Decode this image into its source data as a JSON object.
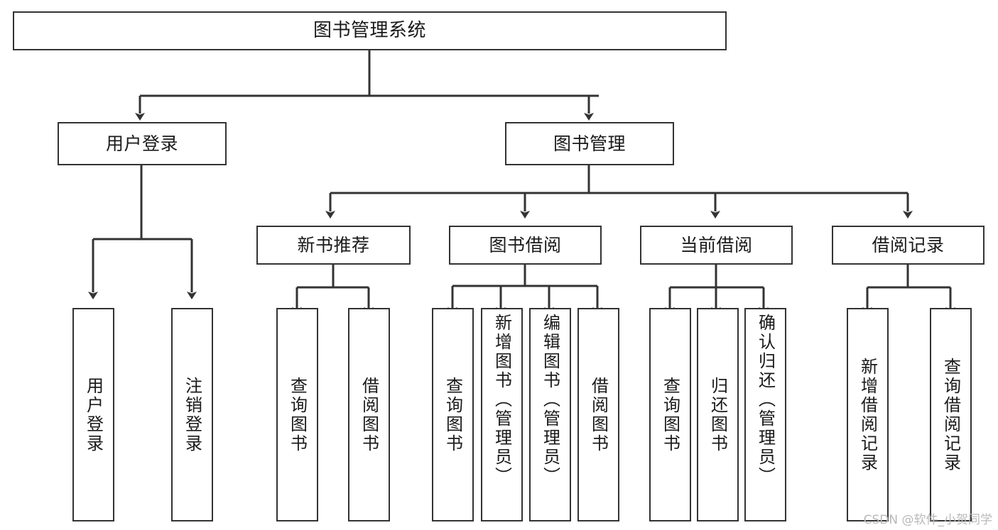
{
  "diagram": {
    "type": "tree",
    "title": "图书管理系统",
    "orientation": "top-down",
    "colors": {
      "background": "#ffffff",
      "node_border": "#333333",
      "node_fill": "#ffffff",
      "text": "#1a1a1a",
      "connector": "#333333",
      "watermark": "#b9b9b9"
    },
    "watermark": "CSDN @软件_小贺同学",
    "nodes": {
      "root": {
        "label": "图书管理系统"
      },
      "level2": [
        {
          "label": "用户登录"
        },
        {
          "label": "图书管理"
        }
      ],
      "level3": [
        {
          "label": "新书推荐"
        },
        {
          "label": "图书借阅"
        },
        {
          "label": "当前借阅"
        },
        {
          "label": "借阅记录"
        }
      ],
      "leaves": {
        "user_login": [
          {
            "label": "用户登录"
          },
          {
            "label": "注销登录"
          }
        ],
        "new_book_recommend": [
          {
            "label": "查询图书"
          },
          {
            "label": "借阅图书"
          }
        ],
        "book_borrow": [
          {
            "label": "查询图书"
          },
          {
            "label": "新增图书（管理员）"
          },
          {
            "label": "编辑图书（管理员）"
          },
          {
            "label": "借阅图书"
          }
        ],
        "current_borrow": [
          {
            "label": "查询图书"
          },
          {
            "label": "归还图书"
          },
          {
            "label": "确认归还（管理员）"
          }
        ],
        "borrow_record": [
          {
            "label": "新增借阅记录"
          },
          {
            "label": "查询借阅记录"
          }
        ]
      }
    }
  }
}
